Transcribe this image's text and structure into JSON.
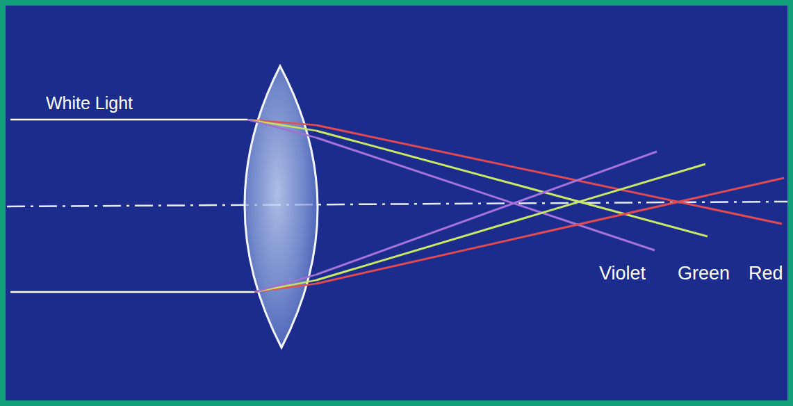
{
  "diagram": {
    "labels": [
      "White Light",
      "Violet",
      "Green",
      "Red"
    ]
  }
}
